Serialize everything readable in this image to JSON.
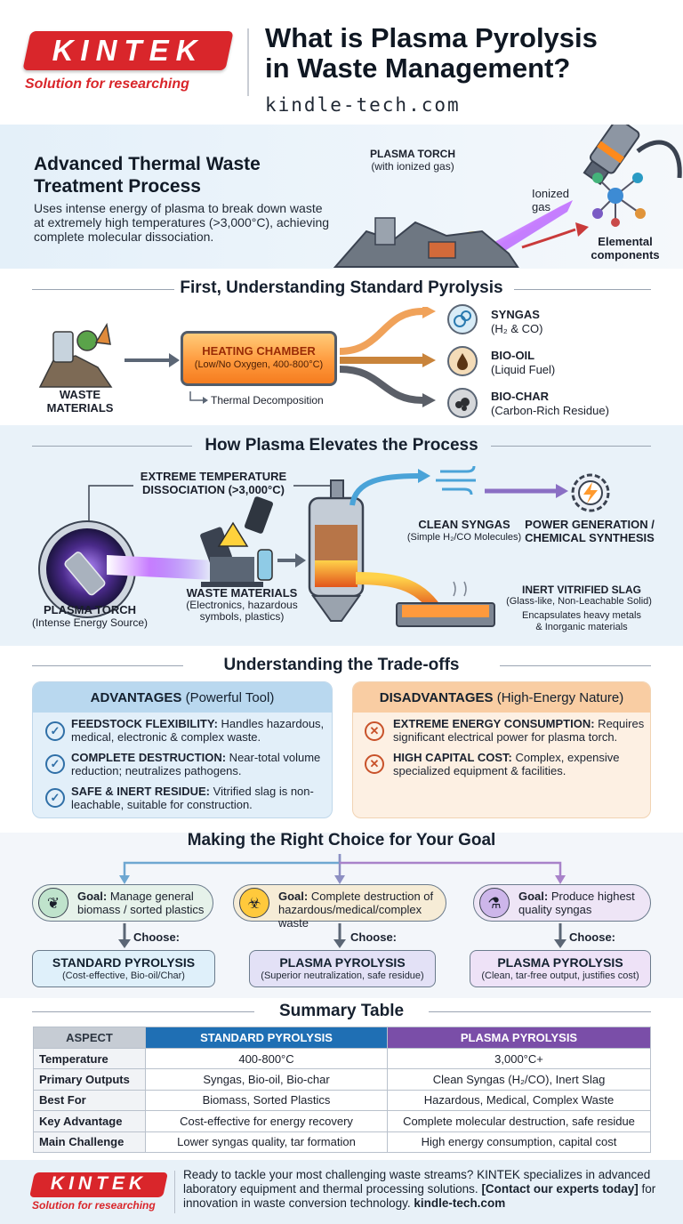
{
  "header": {
    "logo_text": "KINTEK",
    "logo_tagline": "Solution for researching",
    "title_line1": "What is Plasma Pyrolysis",
    "title_line2": "in Waste Management?",
    "site": "kindle-tech.com"
  },
  "hero": {
    "title_line1": "Advanced Thermal Waste",
    "title_line2": "Treatment Process",
    "description": "Uses intense energy of plasma to break down waste at extremely high temperatures (>3,000°C), achieving complete molecular dissociation.",
    "torch_label": "PLASMA TORCH",
    "torch_sub": "(with ionized gas)",
    "ionized_label": "Ionized gas",
    "elemental_label": "Elemental components"
  },
  "standard": {
    "title": "First, Understanding Standard Pyrolysis",
    "waste_label": "WASTE MATERIALS",
    "chamber_title": "HEATING CHAMBER",
    "chamber_sub": "(Low/No Oxygen, 400-800°C)",
    "decomp_label": "Thermal Decomposition",
    "outputs": [
      {
        "name": "SYNGAS",
        "sub": "(H₂ & CO)"
      },
      {
        "name": "BIO-OIL",
        "sub": "(Liquid Fuel)"
      },
      {
        "name": "BIO-CHAR",
        "sub": "(Carbon-Rich Residue)"
      }
    ]
  },
  "plasma": {
    "title": "How Plasma Elevates the Process",
    "extreme_line1": "EXTREME TEMPERATURE",
    "extreme_line2": "DISSOCIATION (>3,000°C)",
    "torch_label": "PLASMA TORCH",
    "torch_sub": "(Intense Energy Source)",
    "waste_label": "WASTE MATERIALS",
    "waste_sub_line1": "(Electronics, hazardous",
    "waste_sub_line2": "symbols, plastics)",
    "syngas_label": "CLEAN SYNGAS",
    "syngas_sub": "(Simple H₂/CO Molecules)",
    "power_line1": "POWER GENERATION /",
    "power_line2": "CHEMICAL SYNTHESIS",
    "slag_label": "INERT VITRIFIED SLAG",
    "slag_sub": "(Glass-like, Non-Leachable Solid)",
    "slag_note_line1": "Encapsulates heavy metals",
    "slag_note_line2": "& Inorganic materials"
  },
  "tradeoffs": {
    "title": "Understanding the Trade-offs",
    "advantages_title": "ADVANTAGES",
    "advantages_sub": "(Powerful Tool)",
    "advantages": [
      {
        "bold": "FEEDSTOCK FLEXIBILITY:",
        "text": " Handles hazardous, medical, electronic & complex waste."
      },
      {
        "bold": "COMPLETE DESTRUCTION:",
        "text": " Near-total volume reduction; neutralizes pathogens."
      },
      {
        "bold": "SAFE & INERT RESIDUE:",
        "text": " Vitrified slag is non-leachable, suitable for construction."
      }
    ],
    "disadvantages_title": "DISADVANTAGES",
    "disadvantages_sub": "(High-Energy Nature)",
    "disadvantages": [
      {
        "bold": "EXTREME ENERGY CONSUMPTION:",
        "text": " Requires significant electrical power for plasma torch."
      },
      {
        "bold": "HIGH CAPITAL COST:",
        "text": " Complex, expensive specialized equipment & facilities."
      }
    ]
  },
  "choice": {
    "title": "Making the Right Choice for Your Goal",
    "choose_label": "Choose:",
    "options": [
      {
        "goal_bold": "Goal:",
        "goal_text": " Manage general biomass / sorted plastics",
        "result": "STANDARD PYROLYSIS",
        "result_sub": "(Cost-effective, Bio-oil/Char)"
      },
      {
        "goal_bold": "Goal:",
        "goal_text": " Complete destruction of hazardous/medical/complex waste",
        "result": "PLASMA PYROLYSIS",
        "result_sub": "(Superior neutralization, safe residue)"
      },
      {
        "goal_bold": "Goal:",
        "goal_text": " Produce highest quality syngas",
        "result": "PLASMA PYROLYSIS",
        "result_sub": "(Clean, tar-free output, justifies cost)"
      }
    ]
  },
  "summary": {
    "title": "Summary Table",
    "headers": [
      "ASPECT",
      "STANDARD PYROLYSIS",
      "PLASMA PYROLYSIS"
    ],
    "rows": [
      [
        "Temperature",
        "400-800°C",
        "3,000°C+"
      ],
      [
        "Primary Outputs",
        "Syngas, Bio-oil, Bio-char",
        "Clean Syngas (H₂/CO), Inert Slag"
      ],
      [
        "Best For",
        "Biomass, Sorted Plastics",
        "Hazardous, Medical, Complex Waste"
      ],
      [
        "Key Advantage",
        "Cost-effective for energy recovery",
        "Complete molecular destruction, safe residue"
      ],
      [
        "Main Challenge",
        "Lower syngas quality, tar formation",
        "High energy consumption, capital cost"
      ]
    ]
  },
  "footer": {
    "logo_text": "KINTEK",
    "logo_tagline": "Solution for researching",
    "text_part1": "Ready to tackle your most challenging waste streams? KINTEK specializes in advanced laboratory equipment and thermal processing solutions. ",
    "cta": "[Contact our experts today]",
    "text_part2": " for innovation in waste conversion technology. ",
    "site": "kindle-tech.com"
  },
  "colors": {
    "brand_red": "#d9262b",
    "standard_blue": "#1f6fb4",
    "plasma_purple": "#7a4ea8",
    "advantage_blue": "#b9d8ef",
    "disadvantage_orange": "#f9cda3"
  }
}
